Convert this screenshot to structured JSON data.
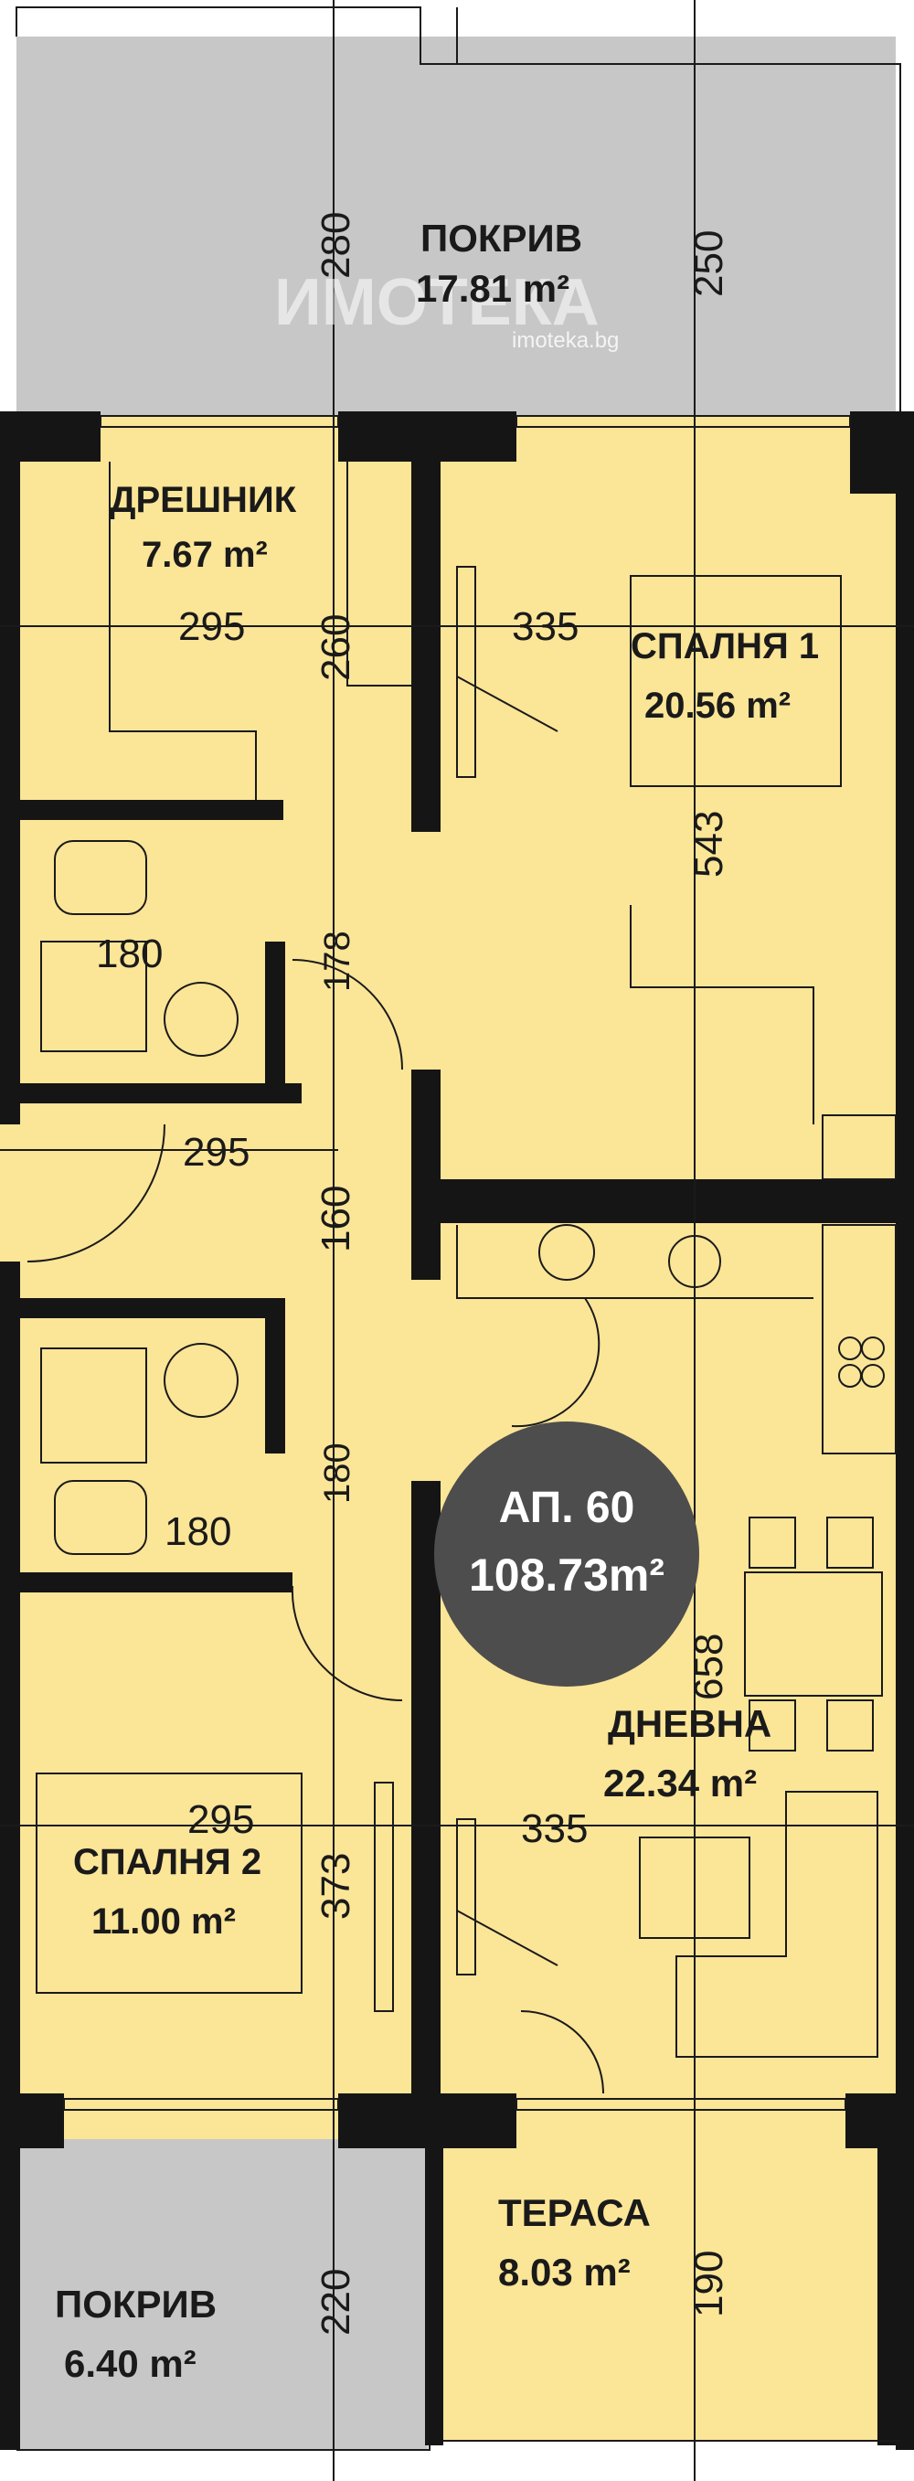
{
  "apartment": {
    "name": "АП. 60",
    "area": "108.73m²"
  },
  "watermark": {
    "brand": "ИМОТЕКА",
    "site": "imoteka.bg"
  },
  "rooms": {
    "roof_top": {
      "name": "ПОКРИВ",
      "area": "17.81 m²"
    },
    "wardrobe": {
      "name": "ДРЕШНИК",
      "area": "7.67 m²"
    },
    "bedroom1": {
      "name": "СПАЛНЯ 1",
      "area": "20.56 m²"
    },
    "living": {
      "name": "ДНЕВНА",
      "area": "22.34 m²"
    },
    "bedroom2": {
      "name": "СПАЛНЯ 2",
      "area": "11.00 m²"
    },
    "terrace": {
      "name": "ТЕРАСА",
      "area": "8.03 m²"
    },
    "roof_bottom": {
      "name": "ПОКРИВ",
      "area": "6.40 m²"
    }
  },
  "dimensions": {
    "d280": "280",
    "d250": "250",
    "d295a": "295",
    "d335a": "335",
    "d260": "260",
    "d543": "543",
    "d180a": "180",
    "d178": "178",
    "d295b": "295",
    "d160": "160",
    "d180b": "180",
    "d180c": "180",
    "d658": "658",
    "d295c": "295",
    "d335b": "335",
    "d373": "373",
    "d220": "220",
    "d190": "190"
  },
  "colors": {
    "floor": "#fbe597",
    "roof": "#c7c7c7",
    "wall": "#151515",
    "badge": "#4d4d4d"
  }
}
